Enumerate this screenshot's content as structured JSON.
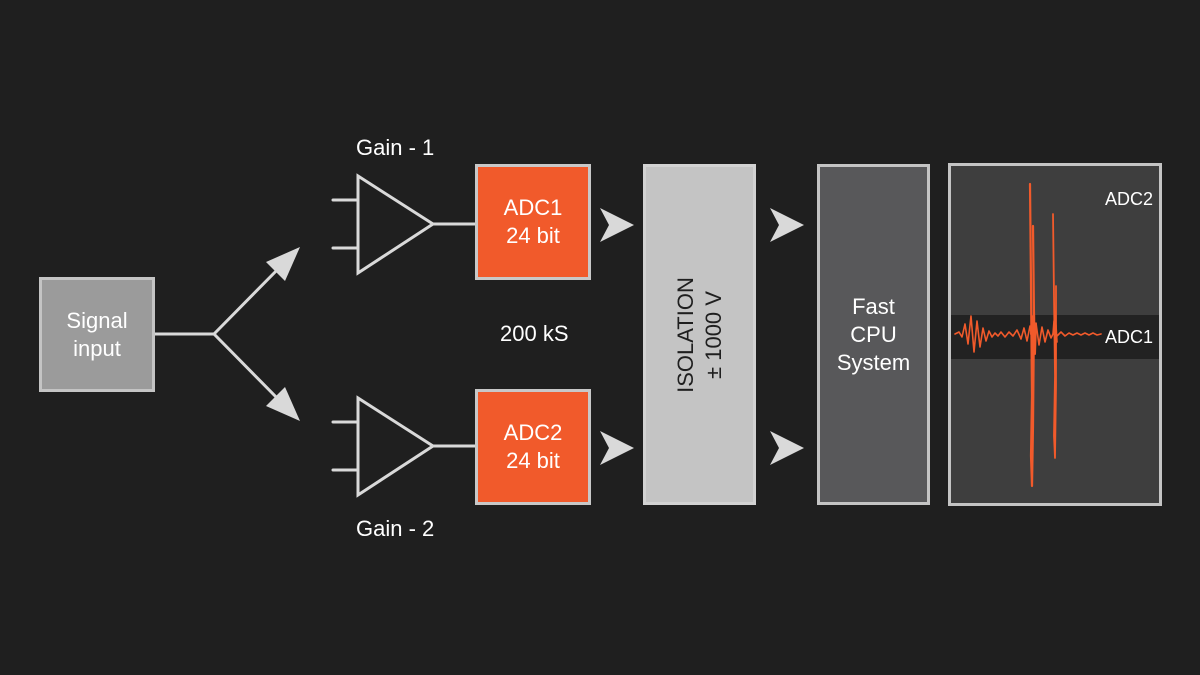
{
  "signal_input": {
    "line1": "Signal",
    "line2": "input"
  },
  "gain1": "Gain - 1",
  "gain2": "Gain - 2",
  "adc1": {
    "line1": "ADC1",
    "line2": "24 bit"
  },
  "adc2": {
    "line1": "ADC2",
    "line2": "24 bit"
  },
  "sample_rate": "200 kS",
  "isolation": {
    "line1": "ISOLATION",
    "line2": "± 1000 V"
  },
  "cpu": {
    "line1": "Fast",
    "line2": "CPU",
    "line3": "System"
  },
  "scope": {
    "label_top": "ADC2",
    "label_mid": "ADC1"
  },
  "colors": {
    "background": "#1f1f1f",
    "adc": "#f15a2b",
    "wire": "#d9d9d9",
    "waveform": "#f15a2b"
  }
}
